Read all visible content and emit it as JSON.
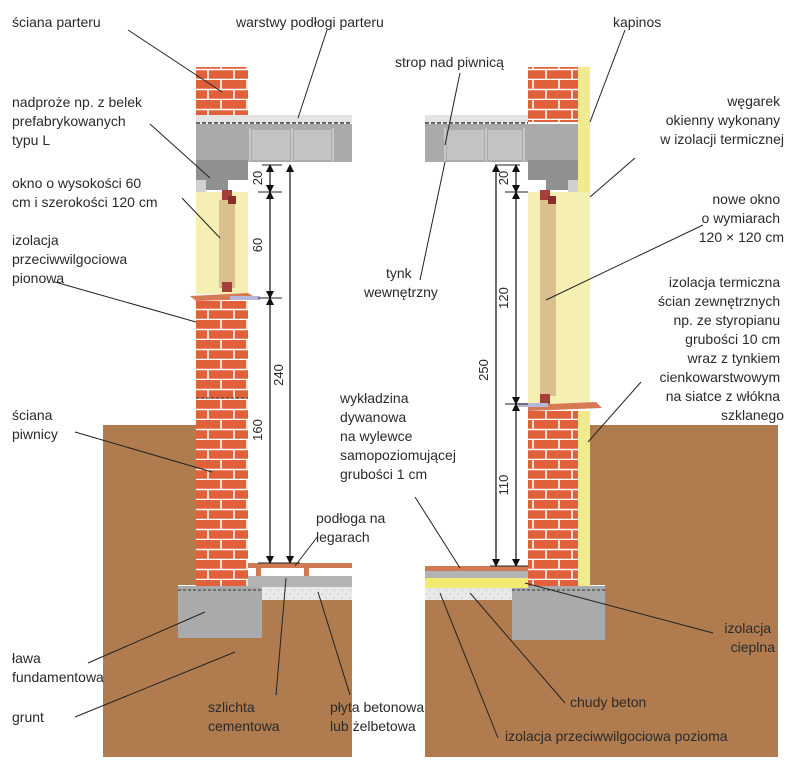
{
  "colors": {
    "brick": "#e0603a",
    "mortar": "#ffffff",
    "concrete": "#a9aaab",
    "concrete_light": "#cfd0d1",
    "soil": "#b07c4f",
    "insulation": "#f6efb4",
    "window_frame": "#d9c08e",
    "floor_wood": "#cf7a52",
    "screed": "#b3b3b3",
    "thermal_insulation": "#f2eb72",
    "gravel": "#e9e9e9",
    "line": "#222222"
  },
  "labels": {
    "sciana_parteru": "ściana parteru",
    "warstwy_podlogi": "warstwy podłogi parteru",
    "nadproze": [
      "nadproże np. z belek",
      "prefabrykowanych",
      "typu L"
    ],
    "okno": [
      "okno o wysokości 60",
      "cm i szerokości 120 cm"
    ],
    "izolacja_pionowa": [
      "izolacja",
      "przeciwwilgociowa",
      "pionowa"
    ],
    "sciana_piwnicy": [
      "ściana",
      "piwnicy"
    ],
    "lawa": [
      "ława",
      "fundamentowa"
    ],
    "grunt": "grunt",
    "podloga_legarach": [
      "podłoga na",
      "legarach"
    ],
    "szlichta": [
      "szlichta",
      "cementowa"
    ],
    "plyta": [
      "płyta betonowa",
      "lub żelbetowa"
    ],
    "strop": "strop nad piwnicą",
    "tynk": [
      "tynk",
      "wewnętrzny"
    ],
    "wykladzina": [
      "wykładzina",
      "dywanowa",
      "na wylewce",
      "samopoziomującej",
      "grubości 1 cm"
    ],
    "kapinos": "kapinos",
    "wegarek": [
      "węgarek",
      "okienny wykonany",
      "w izolacji termicznej"
    ],
    "nowe_okno": [
      "nowe okno",
      "o wymiarach",
      "120 × 120 cm"
    ],
    "izolacja_termiczna": [
      "izolacja termiczna",
      "ścian zewnętrznych",
      "np. ze styropianu",
      "grubości 10 cm",
      "wraz z tynkiem",
      "cienkowarstwowym",
      "na siatce z włókna",
      "szklanego"
    ],
    "izolacja_cieplna": [
      "izolacja",
      "cieplna"
    ],
    "chudy_beton": "chudy beton",
    "izolacja_pozioma": "izolacja przeciwwilgociowa pozioma"
  },
  "dimensions": {
    "left": {
      "sill_20": "20",
      "window_60": "60",
      "wall_160": "160",
      "total_240": "240"
    },
    "right": {
      "sill_20": "20",
      "window_120": "120",
      "wall_110": "110",
      "total_250": "250"
    }
  }
}
